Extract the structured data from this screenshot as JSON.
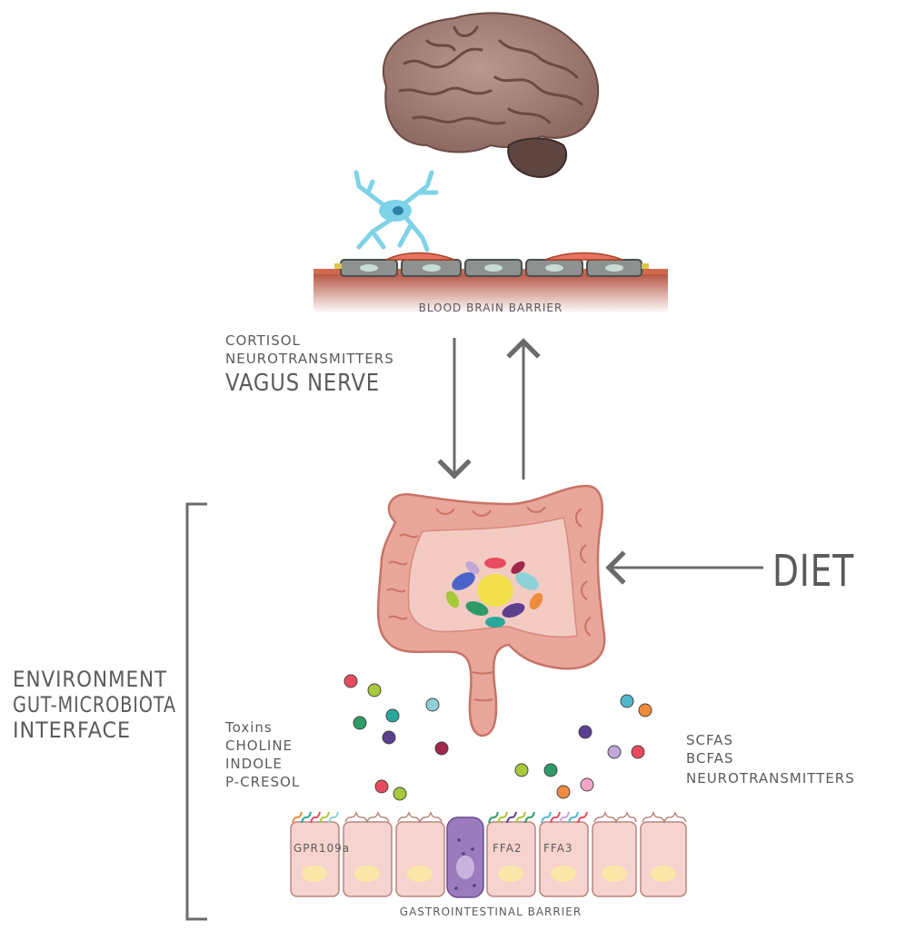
{
  "labels": {
    "bbb": "BLOOD BRAIN BARRIER",
    "signals_brain": [
      "CORTISOL",
      "NEUROTRANSMITTERS"
    ],
    "signal_vagus": "VAGUS NERVE",
    "diet": "DIET",
    "environment": [
      "ENVIRONMENT",
      "GUT-MICROBIOTA",
      "INTERFACE"
    ],
    "toxins": [
      "Toxins",
      "CHOLINE",
      "INDOLE",
      "P-CRESOL"
    ],
    "metabolites": [
      "SCFAS",
      "BCFAS",
      "NEUROTRANSMITTERS"
    ],
    "receptors": [
      "GPR109a",
      "FFA2",
      "FFA3"
    ],
    "gi_barrier": "GASTROINTESTINAL BARRIER"
  },
  "colors": {
    "brain": "#a8857e",
    "brain_dark": "#7a5a54",
    "neuron": "#7fd3e8",
    "endothelial": "#8d9290",
    "pericyte": "#e8735c",
    "tissue": "#c96c58",
    "colon": "#e9a69a",
    "colon_dark": "#c77466",
    "epithelium": "#f6d3ce",
    "goblet": "#9a7bbd",
    "arrow": "#6b6b6b",
    "text": "#5b5b5b"
  },
  "particles_left": [
    "#e84a5f",
    "#a7c93a",
    "#2aa79b",
    "#8ed0d8",
    "#2e9b66",
    "#5c3f8f",
    "#a3274a",
    "#e84a5f",
    "#a7c93a"
  ],
  "particles_right": [
    "#4fb9c9",
    "#f08a3c",
    "#5c3f8f",
    "#c3a7d8",
    "#e84a5f",
    "#a7c93a",
    "#2e9b66",
    "#f08a3c",
    "#f5a6c6"
  ]
}
